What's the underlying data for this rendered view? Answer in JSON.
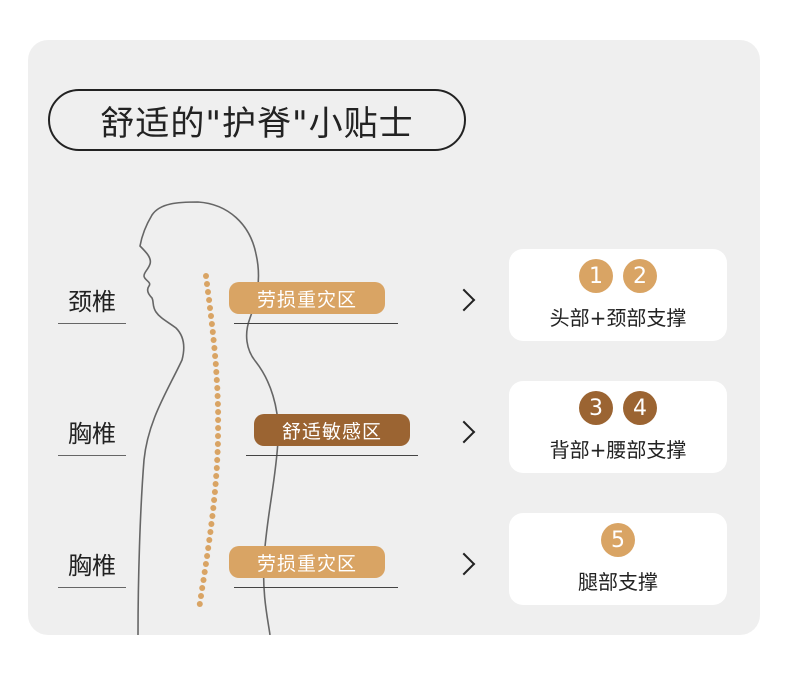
{
  "title": "舒适的\"护脊\"小贴士",
  "colors": {
    "light_tan": "#d9a464",
    "dark_brown": "#9b6432",
    "spine_dot": "#d9a464",
    "panel_bg": "#efefef"
  },
  "sections": [
    {
      "region": "颈椎",
      "zone": "劳损重灾区",
      "zone_color": "light_tan",
      "badges": [
        "1",
        "2"
      ],
      "support": "头部+颈部支撑"
    },
    {
      "region": "胸椎",
      "zone": "舒适敏感区",
      "zone_color": "dark_brown",
      "badges": [
        "3",
        "4"
      ],
      "support": "背部+腰部支撑"
    },
    {
      "region": "胸椎",
      "zone": "劳损重灾区",
      "zone_color": "light_tan",
      "badges": [
        "5"
      ],
      "support": "腿部支撑"
    }
  ]
}
